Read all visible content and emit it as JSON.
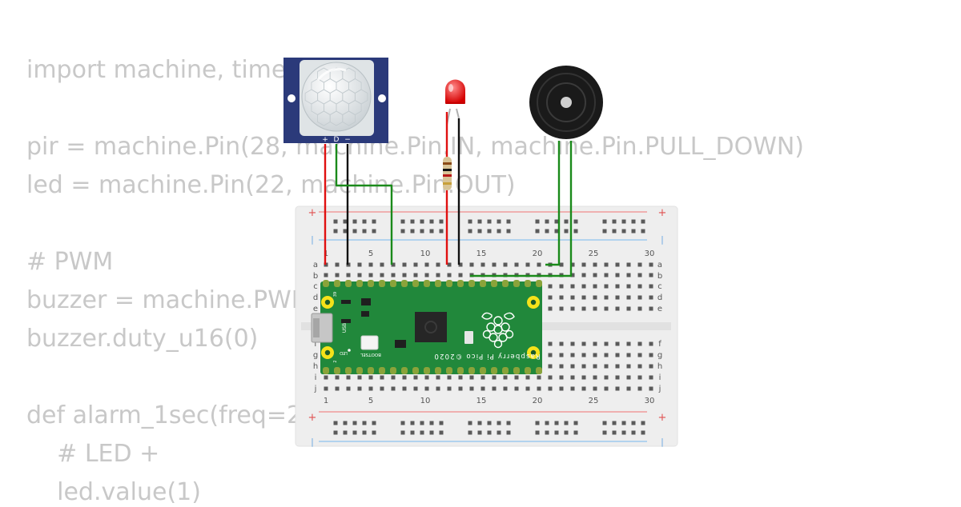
{
  "code_lines": [
    "import machine, time",
    "",
    "pir = machine.Pin(28, machine.Pin.IN, machine.Pin.PULL_DOWN)",
    "led = machine.Pin(22, machine.Pin.OUT)",
    "",
    "# PWM",
    "buzzer = machine.PWM",
    "buzzer.duty_u16(0)",
    "",
    "def alarm_1sec(freq=2",
    "    # LED +",
    "    led.value(1)"
  ],
  "pir_sensor": {
    "pin_labels": [
      "+",
      "D",
      "−"
    ]
  },
  "breadboard": {
    "column_numbers": [
      "1",
      "5",
      "10",
      "15",
      "20",
      "25",
      "30"
    ],
    "row_letters_top": [
      "a",
      "b",
      "c",
      "d",
      "e"
    ],
    "row_letters_bottom": [
      "f",
      "g",
      "h",
      "i",
      "j"
    ],
    "rail_plus": "+",
    "rail_minus": "|"
  },
  "pico": {
    "brand_text": "Raspberry Pi Pico ©2020",
    "usb_label": "USB",
    "bootsel_label": "BOOTSEL",
    "led_label": "LED",
    "pin_label_tl": "39",
    "pin_label_bl": "2"
  },
  "colors": {
    "code_text": "#c8c8c8",
    "breadboard": "#eeeeee",
    "pico_board": "#21883b",
    "pir_board": "#2b3a7a",
    "wire_red": "#e01010",
    "wire_black": "#111111",
    "wire_green": "#1a8a1a",
    "rail_red": "#f08a8a",
    "rail_blue": "#8ec3ee"
  }
}
